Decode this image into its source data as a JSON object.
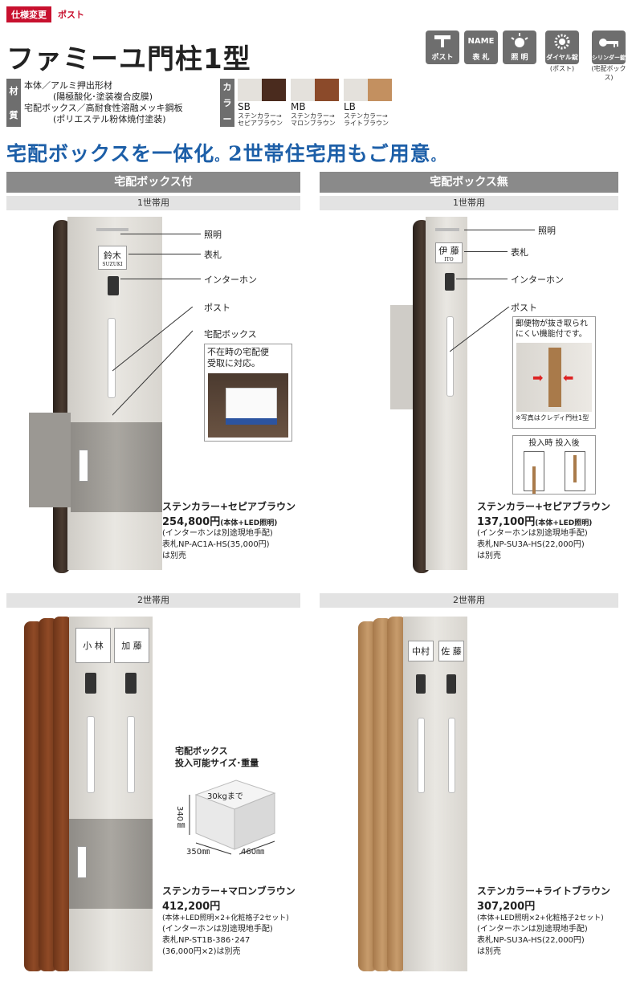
{
  "header": {
    "badge": "仕様変更",
    "badge_sub": "ポスト",
    "title": "ファミーユ門柱1型"
  },
  "feature_icons": [
    {
      "label": "ポスト",
      "icon": "mailbox-icon",
      "sub": ""
    },
    {
      "label": "表 札",
      "icon": "nameplate-icon",
      "glyph": "NAME",
      "sub": ""
    },
    {
      "label": "照 明",
      "icon": "light-icon",
      "sub": ""
    },
    {
      "label": "ダイヤル錠",
      "icon": "dial-lock-icon",
      "sub": "(ポスト)"
    },
    {
      "label": "シリンダー錠",
      "icon": "cylinder-lock-icon",
      "sub": "(宅配ボックス)"
    }
  ],
  "material": {
    "label": "材質",
    "label_chars": [
      "材",
      "質"
    ],
    "lines": [
      "本体／アルミ押出形材",
      "(陽極酸化･塗装複合皮膜)",
      "宅配ボックス／高耐食性溶融メッキ鋼板",
      "(ポリエステル粉体焼付塗装)"
    ]
  },
  "color": {
    "label_chars": [
      "カ",
      "ラ",
      "ー"
    ],
    "swatches": [
      {
        "code": "SB",
        "sub1": "ステンカラー→",
        "sub2": "セピアブラウン",
        "color": "#4a2b1e"
      },
      {
        "code": "MB",
        "sub1": "ステンカラー→",
        "sub2": "マロンブラウン",
        "color": "#8b4a2a"
      },
      {
        "code": "LB",
        "sub1": "ステンカラー→",
        "sub2": "ライトブラウン",
        "color": "#c39060"
      }
    ]
  },
  "headline": {
    "part1": "宅配ボックスを一体化",
    "part2": "。",
    "part3": "2世帯住宅用もご用意",
    "part4": "。"
  },
  "sections": {
    "left": "宅配ボックス付",
    "right": "宅配ボックス無"
  },
  "subsections": {
    "one": "1世帯用",
    "two": "2世帯用"
  },
  "callouts": {
    "light": "照明",
    "nameplate": "表札",
    "intercom": "インターホン",
    "post": "ポスト",
    "delivery_box": "宅配ボックス"
  },
  "nameplates": {
    "suzuki": "鈴木",
    "suzuki_sub": "SUZUKI",
    "ito": "伊 藤",
    "ito_sub": "ITO",
    "kobayashi": "小 林",
    "kato": "加 藤",
    "nakamura": "中村",
    "sato": "佐 藤"
  },
  "photo_box1": {
    "line1": "不在時の宅配便",
    "line2": "受取に対応。"
  },
  "photo_box2": {
    "line1": "郵便物が抜き取られ",
    "line2": "にくい機能付です。",
    "caption": "※写真はクレディ門柱1型"
  },
  "insert_diagram": {
    "label": "投入時 投入後"
  },
  "size_box": {
    "title1": "宅配ボックス",
    "title2": "投入可能サイズ･重量",
    "weight": "30kgまで",
    "height": "340㎜",
    "width": "350㎜",
    "depth": "460㎜"
  },
  "products": [
    {
      "name": "ステンカラー+セピアブラウン",
      "price": "254,800円",
      "price_note": "(本体+LED照明)",
      "notes": [
        "(インターホンは別途現地手配)",
        "表札NP-AC1A-HS(35,000円)",
        "は別売"
      ]
    },
    {
      "name": "ステンカラー+セピアブラウン",
      "price": "137,100円",
      "price_note": "(本体+LED照明)",
      "notes": [
        "(インターホンは別途現地手配)",
        "表札NP-SU3A-HS(22,000円)",
        "は別売"
      ]
    },
    {
      "name": "ステンカラー+マロンブラウン",
      "price": "412,200円",
      "price_note": "",
      "notes": [
        "(本体+LED照明×2+化粧格子2セット)",
        "(インターホンは別途現地手配)",
        "表札NP-ST1B-386･247",
        "(36,000円×2)は別売"
      ]
    },
    {
      "name": "ステンカラー+ライトブラウン",
      "price": "307,200円",
      "price_note": "",
      "notes": [
        "(本体+LED照明×2+化粧格子2セット)",
        "(インターホンは別途現地手配)",
        "表札NP-SU3A-HS(22,000円)",
        "は別売"
      ]
    }
  ]
}
